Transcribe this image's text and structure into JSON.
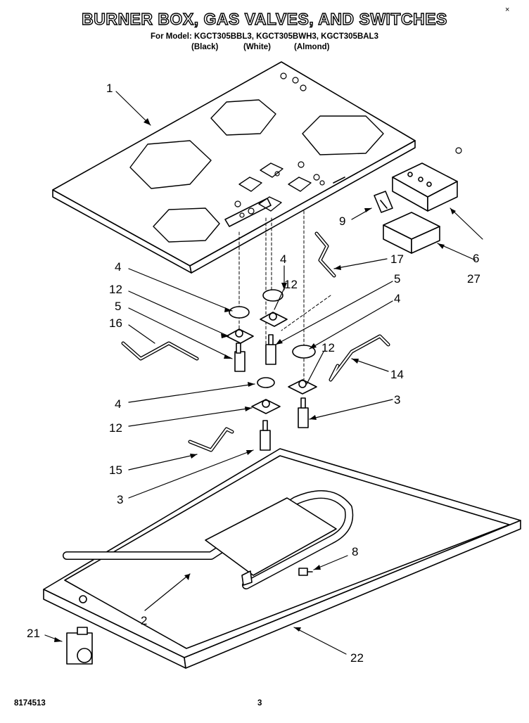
{
  "header": {
    "title": "BURNER BOX, GAS VALVES, AND SWITCHES",
    "models": "For Model: KGCT305BBL3, KGCT305BWH3, KGCT305BAL3",
    "colors": [
      "(Black)",
      "(White)",
      "(Almond)"
    ],
    "corner_mark": "×"
  },
  "footer": {
    "doc_number": "8174513",
    "page_number": "3"
  },
  "callouts": [
    "1",
    "4",
    "12",
    "5",
    "16",
    "4",
    "12",
    "15",
    "3",
    "2",
    "21",
    "4",
    "12",
    "5",
    "4",
    "12",
    "3",
    "14",
    "17",
    "27",
    "6",
    "9",
    "8",
    "22"
  ]
}
